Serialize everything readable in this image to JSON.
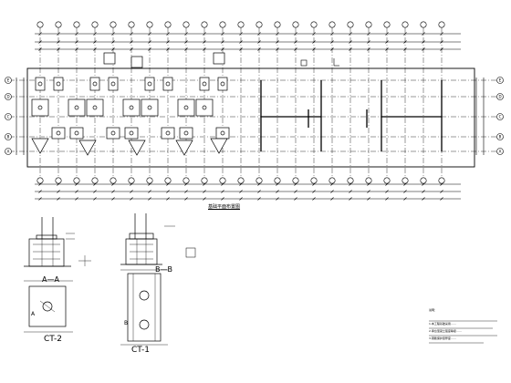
{
  "plan": {
    "title": "基础平面布置图",
    "axis_letters_left": [
      "E",
      "D",
      "C",
      "B",
      "A"
    ],
    "axis_letters_right": [
      "E",
      "D",
      "C",
      "B",
      "A"
    ]
  },
  "details": {
    "ct2_label": "CT-2",
    "ct1_label": "CT-1",
    "section_aa": "A—A",
    "section_bb": "B—B",
    "mark_a": "A",
    "mark_b": "B"
  },
  "notes": {
    "title": "说明：",
    "lines": [
      "1.本工程基础采用……",
      "2.承台混凝土强度等级……",
      "3.钢筋保护层厚度……"
    ]
  },
  "colors": {
    "ink": "#000000",
    "paper": "#ffffff"
  }
}
